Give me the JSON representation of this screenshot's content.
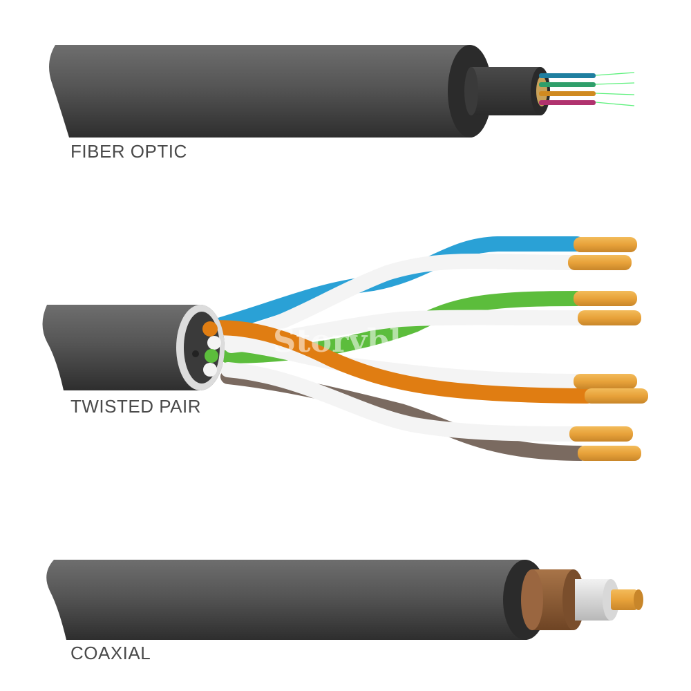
{
  "cables": [
    {
      "id": "fiber",
      "label": "FIBER OPTIC"
    },
    {
      "id": "twisted",
      "label": "TWISTED PAIR"
    },
    {
      "id": "coax",
      "label": "COAXIAL"
    }
  ],
  "watermark": "Storybl",
  "colors": {
    "jacket_dark": "#3c3c3c",
    "jacket_light": "#6e6e6e",
    "copper": "#e8a23a",
    "wire_blue": "#2aa1d6",
    "wire_green": "#5cbd3c",
    "wire_orange": "#e07d12",
    "wire_brown": "#7a6a60",
    "coax_braid": "#8a5a32",
    "fiber_strand": "#5af07a"
  }
}
